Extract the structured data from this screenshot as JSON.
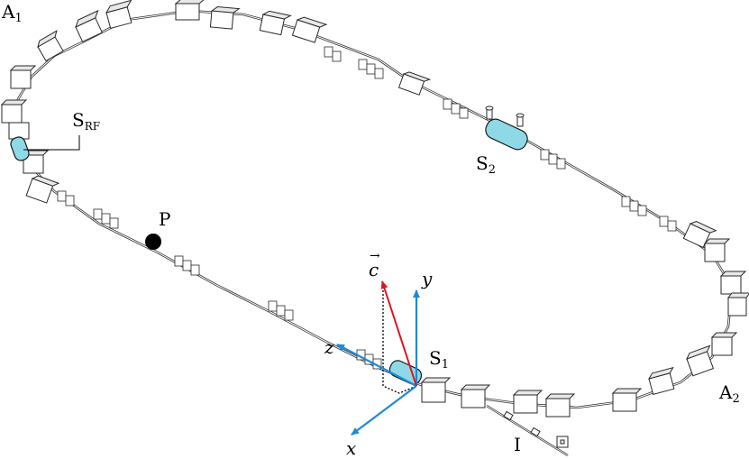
{
  "labels": {
    "a1": "A",
    "a1_sub": "1",
    "a2": "A",
    "a2_sub": "2",
    "srf": "S",
    "srf_sub": "RF",
    "s1": "S",
    "s1_sub": "1",
    "s2": "S",
    "s2_sub": "2",
    "p": "P",
    "i": "I",
    "axis_x": "x",
    "axis_y": "y",
    "axis_z": "z",
    "axis_c": "c"
  },
  "colors": {
    "ring_line": "#333333",
    "solenoid_fill": "#8fd9e6",
    "solenoid_stroke": "#1a1a1a",
    "axis_blue": "#1f8ad8",
    "vector_red": "#e0141e",
    "point_p": "#000000"
  }
}
